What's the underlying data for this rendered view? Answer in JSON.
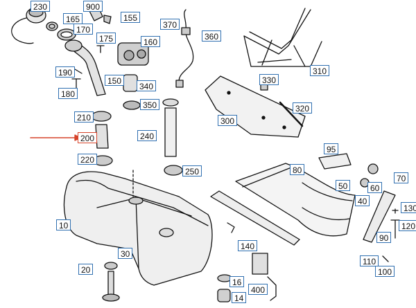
{
  "labels": [
    "230",
    "165",
    "900",
    "155",
    "170",
    "175",
    "160",
    "370",
    "360",
    "310",
    "190",
    "150",
    "340",
    "180",
    "330",
    "350",
    "320",
    "300",
    "210",
    "200",
    "240",
    "220",
    "250",
    "95",
    "80",
    "70",
    "50",
    "60",
    "40",
    "130",
    "10",
    "90",
    "120",
    "140",
    "20",
    "30",
    "110",
    "100",
    "16",
    "400",
    "14"
  ],
  "highlighted_label": "200",
  "colors": {
    "label_border": "#2f6fb0",
    "highlight": "#d6432a",
    "line_art": "#111111"
  }
}
